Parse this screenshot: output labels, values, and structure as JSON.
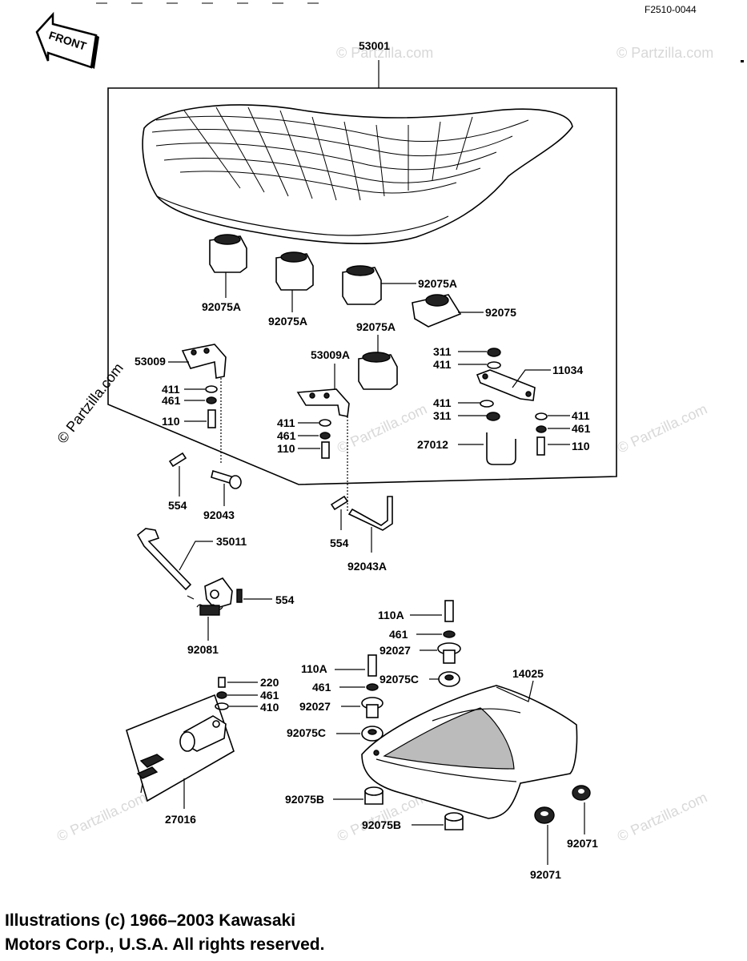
{
  "code": "F2510-0044",
  "front_label": "FRONT",
  "watermark": "© Partzilla.com",
  "copyright_lines": [
    "Illustrations (c) 1966–2003 Kawasaki",
    "Motors Corp., U.S.A.  All rights reserved."
  ],
  "callouts": {
    "c53001": "53001",
    "c92075A_1": "92075A",
    "c92075A_2": "92075A",
    "c92075A_3": "92075A",
    "c92075A_4": "92075A",
    "c92075": "92075",
    "c53009": "53009",
    "c53009A": "53009A",
    "c311a": "311",
    "c411a": "411",
    "c11034": "11034",
    "c411b": "411",
    "c461b": "461",
    "c110b": "110",
    "c411c": "411",
    "c461c": "461",
    "c110c": "110",
    "c411d": "411",
    "c311d": "311",
    "c27012": "27012",
    "c411e": "411",
    "c461e": "461",
    "c110e": "110",
    "c554a": "554",
    "c92043": "92043",
    "c554b": "554",
    "c92043A": "92043A",
    "c35011": "35011",
    "c554c": "554",
    "c92081": "92081",
    "c110A_1": "110A",
    "c461f": "461",
    "c92027_1": "92027",
    "c110A_2": "110A",
    "c461g": "461",
    "c92075C_1": "92075C",
    "c14025": "14025",
    "c92027_2": "92027",
    "c92075C_2": "92075C",
    "c220": "220",
    "c461h": "461",
    "c410": "410",
    "c27016": "27016",
    "c92075B_1": "92075B",
    "c92075B_2": "92075B",
    "c92071_1": "92071",
    "c92071_2": "92071"
  }
}
